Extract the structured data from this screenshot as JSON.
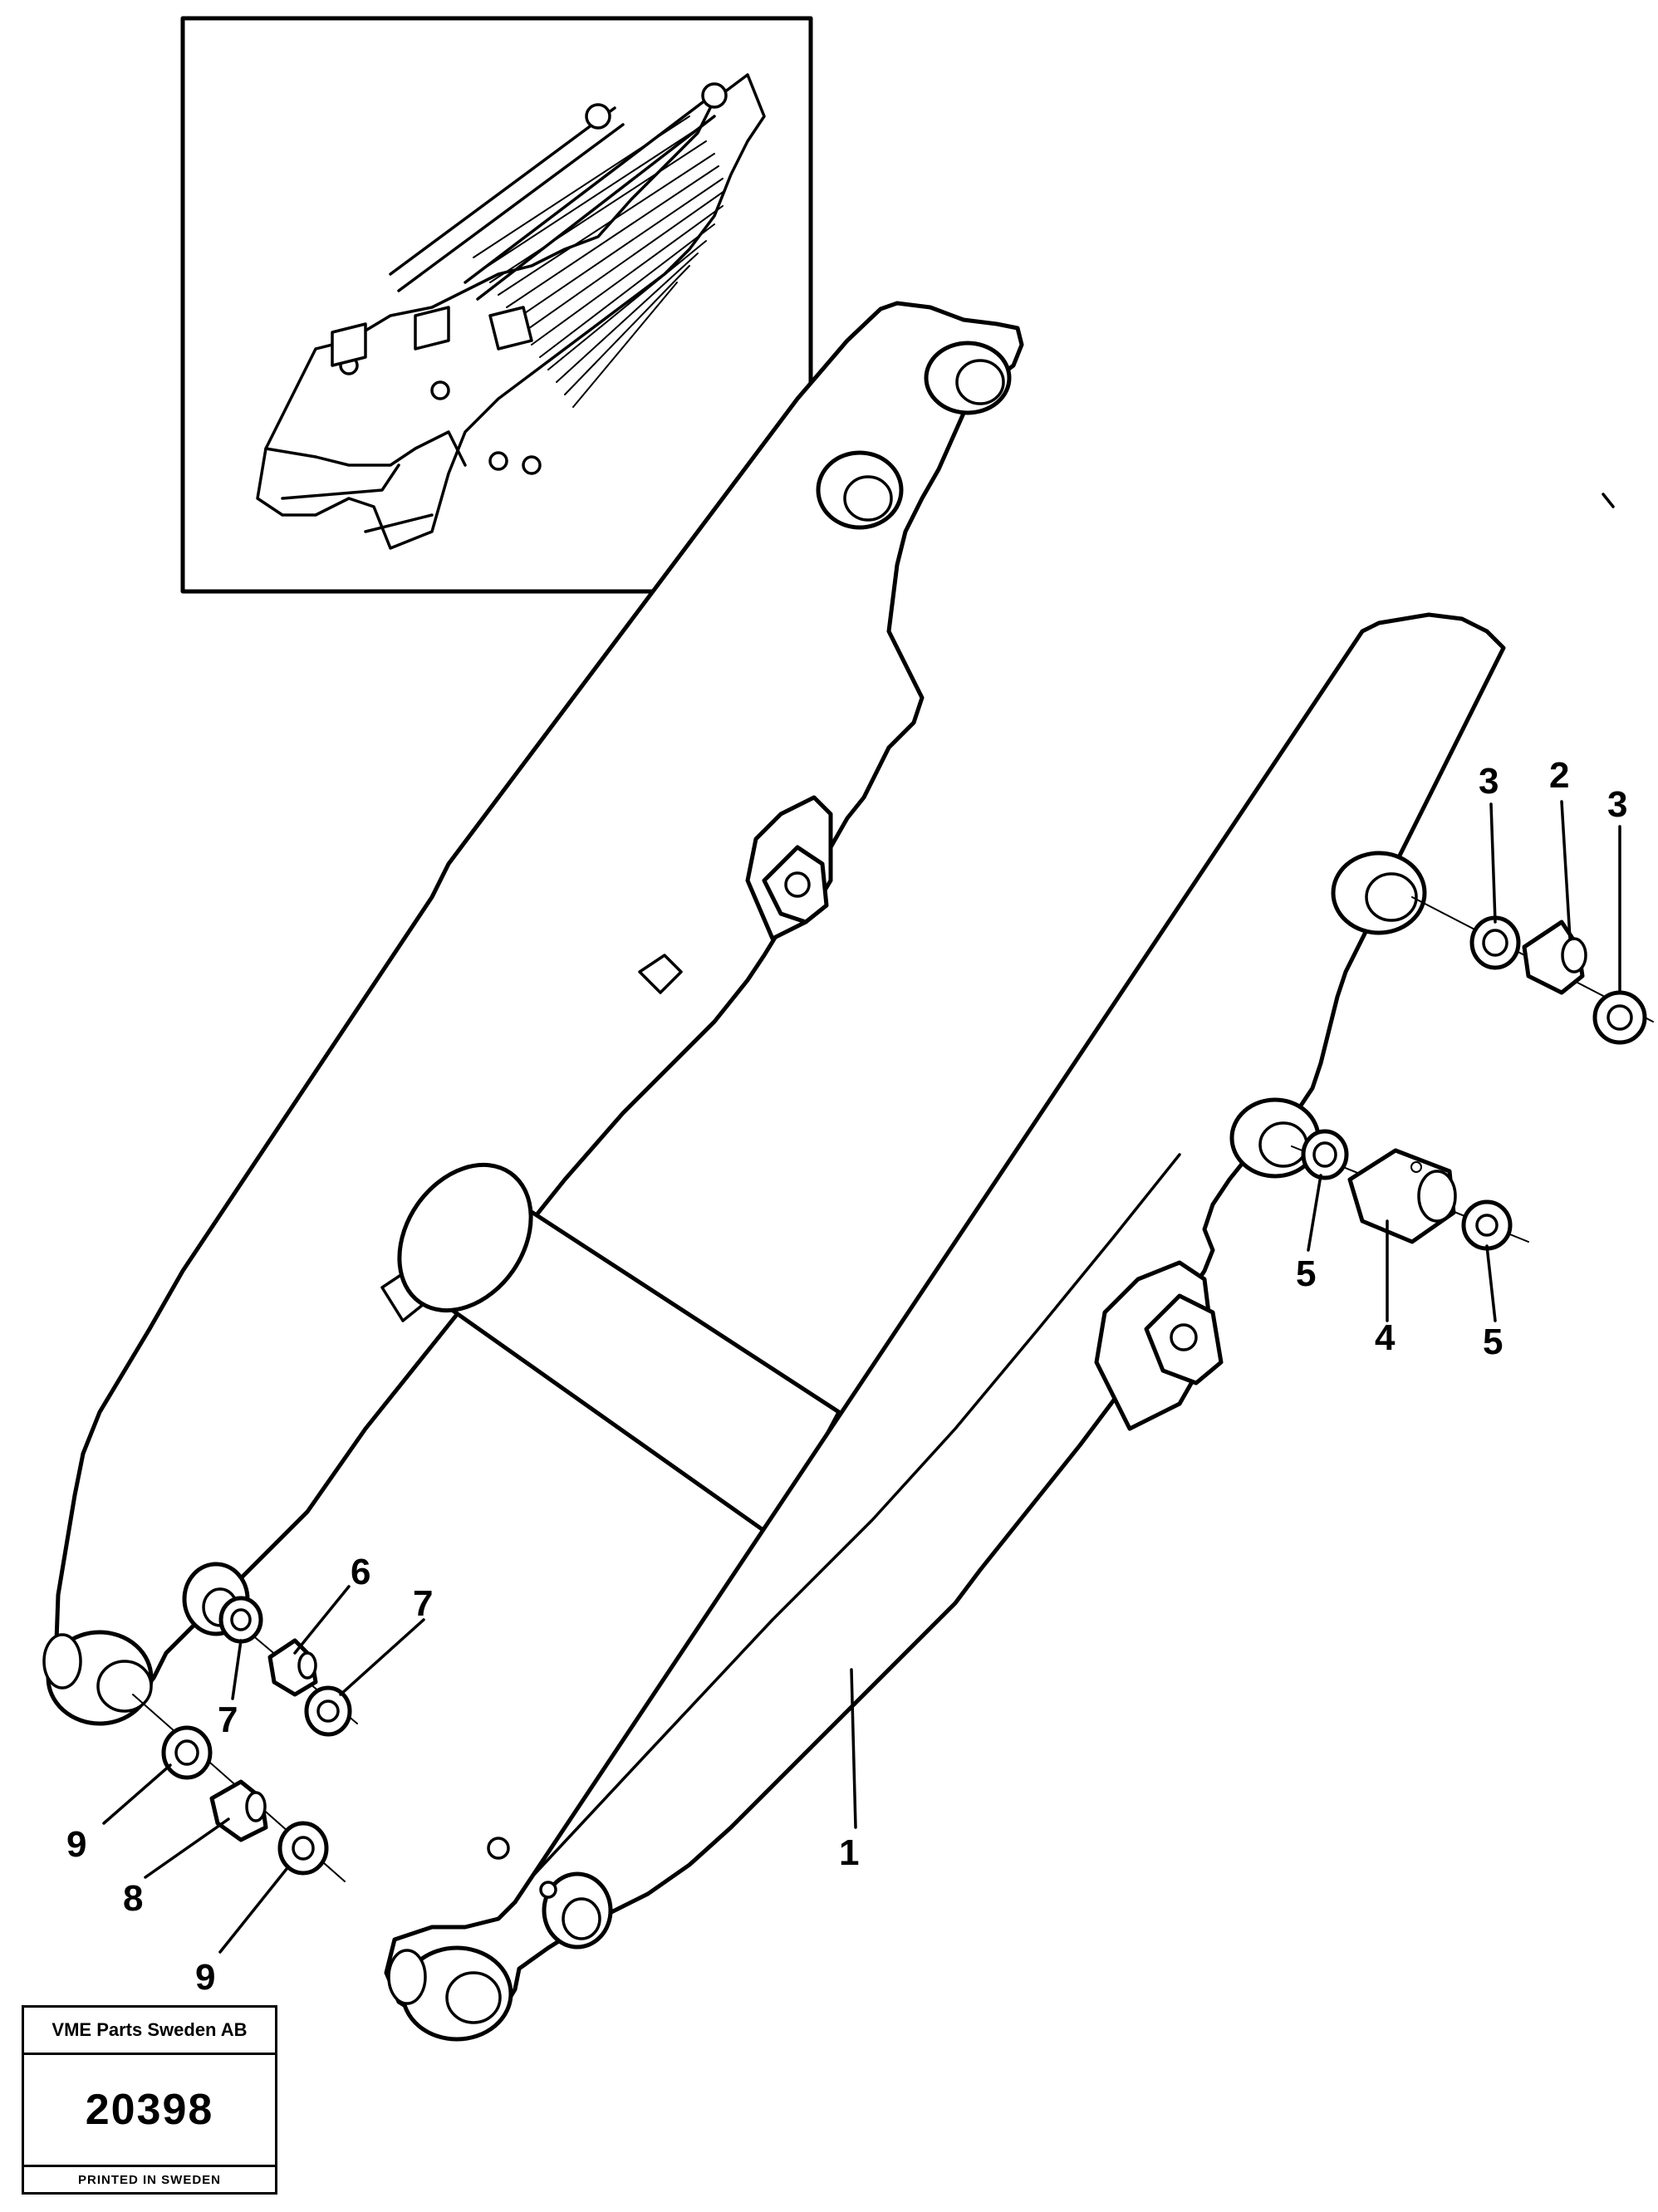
{
  "callouts": {
    "c1": "1",
    "c2": "2",
    "c3a": "3",
    "c3b": "3",
    "c4": "4",
    "c5a": "5",
    "c5b": "5",
    "c6": "6",
    "c7a": "7",
    "c7b": "7",
    "c8": "8",
    "c9a": "9",
    "c9b": "9"
  },
  "stamp": {
    "company": "VME Parts Sweden AB",
    "number": "20398",
    "printed": "PRINTED IN SWEDEN"
  },
  "colors": {
    "ink": "#000000",
    "paper": "#ffffff"
  }
}
